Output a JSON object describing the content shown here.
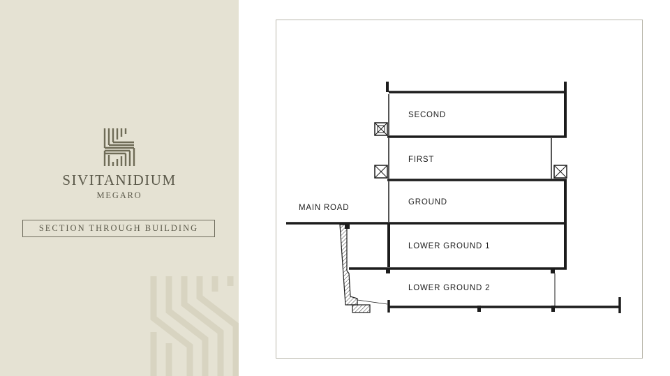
{
  "brand": {
    "name": "SIVITANIDIUM",
    "subtitle": "MEGARO",
    "logo_icon": "stylized-s-lines-icon"
  },
  "slide": {
    "title": "SECTION THROUGH BUILDING"
  },
  "diagram": {
    "road_label": "MAIN ROAD",
    "levels": [
      {
        "name": "SECOND"
      },
      {
        "name": "FIRST"
      },
      {
        "name": "GROUND"
      },
      {
        "name": "LOWER GROUND 1"
      },
      {
        "name": "LOWER GROUND 2"
      }
    ]
  },
  "colors": {
    "panel_background": "#e5e2d3",
    "brand_text": "#5d5b4c",
    "line": "#1c1c1c"
  }
}
